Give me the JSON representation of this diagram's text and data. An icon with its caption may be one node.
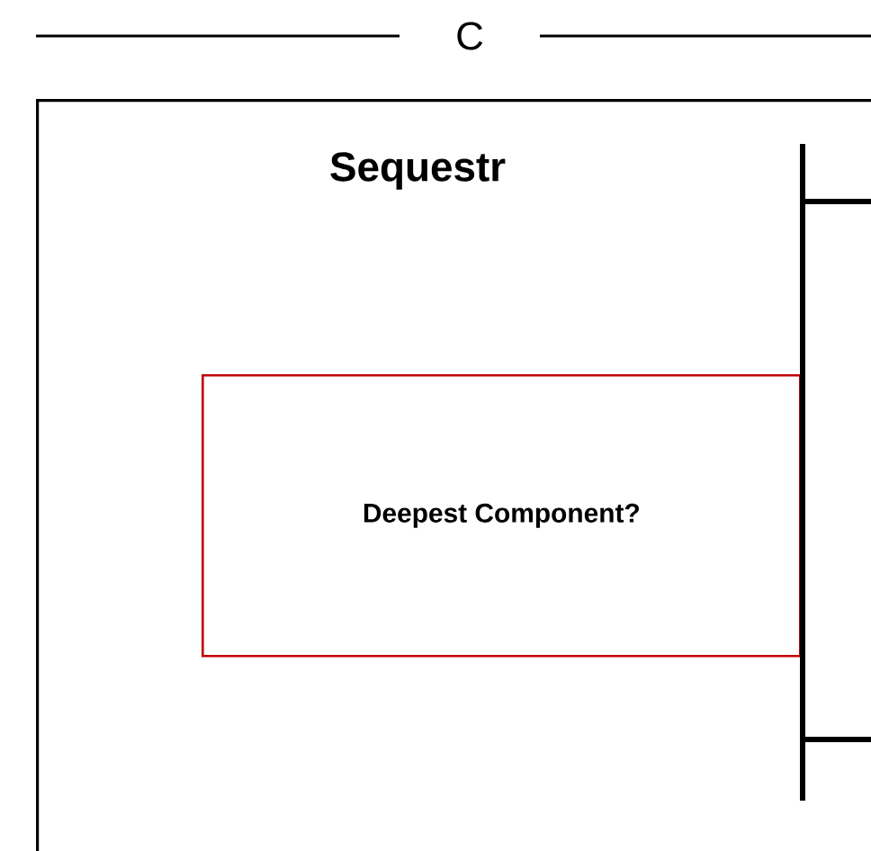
{
  "diagram": {
    "nodes": [
      {
        "text": [
          "Sequestr"
        ]
      },
      {
        "text": [
          "Deepest Component?"
        ],
        "in": 0
      }
    ],
    "labels": [
      "C"
    ]
  }
}
